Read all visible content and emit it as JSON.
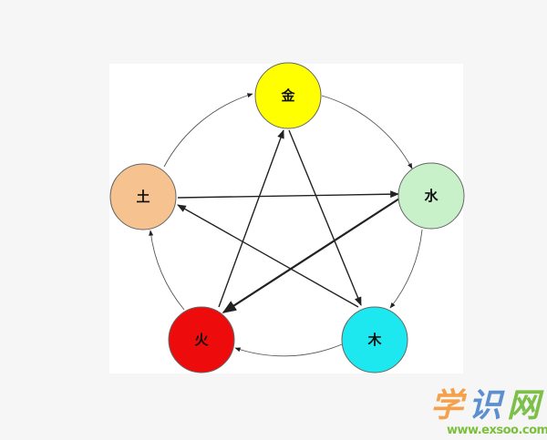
{
  "nodes": [
    {
      "id": "metal",
      "label": "金",
      "color": "#ffff00"
    },
    {
      "id": "water",
      "label": "水",
      "color": "#c9f1c9"
    },
    {
      "id": "wood",
      "label": "木",
      "color": "#1ee8ef"
    },
    {
      "id": "fire",
      "label": "火",
      "color": "#ee0b0b"
    },
    {
      "id": "earth",
      "label": "土",
      "color": "#f6c290"
    }
  ],
  "edges_generating": [
    {
      "from": "土",
      "to": "金"
    },
    {
      "from": "金",
      "to": "水"
    },
    {
      "from": "水",
      "to": "木"
    },
    {
      "from": "木",
      "to": "火"
    },
    {
      "from": "火",
      "to": "土"
    }
  ],
  "edges_overcoming": [
    {
      "from": "土",
      "to": "水"
    },
    {
      "from": "水",
      "to": "火"
    },
    {
      "from": "火",
      "to": "金"
    },
    {
      "from": "金",
      "to": "木"
    },
    {
      "from": "木",
      "to": "土"
    }
  ],
  "watermark": {
    "chars": [
      "学",
      "识",
      "网"
    ],
    "colors": [
      "#f5a04a",
      "#5b8fd0",
      "#7cc04a"
    ],
    "url": "www.exsoo.com"
  }
}
